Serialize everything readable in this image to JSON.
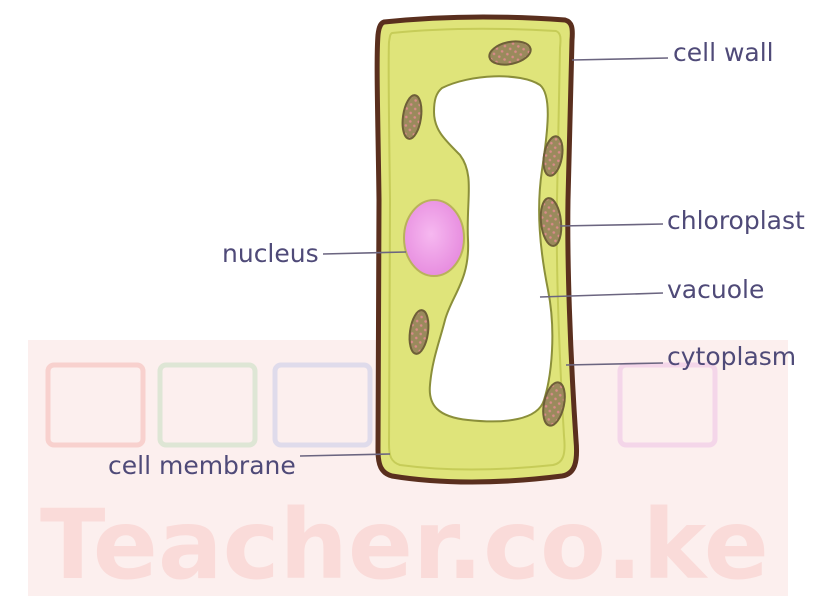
{
  "diagram": {
    "labels": {
      "cell_wall": "cell wall",
      "chloroplast": "chloroplast",
      "nucleus": "nucleus",
      "vacuole": "vacuole",
      "cytoplasm": "cytoplasm",
      "cell_membrane": "cell membrane"
    }
  },
  "watermark": {
    "text": "Teacher.co.ke"
  },
  "colors": {
    "cell_wall": "#5a2f1e",
    "cytoplasm": "#dfe47a",
    "nucleus": "#f0a0e8",
    "chloroplast": "#8a7a4e",
    "vacuole": "#ffffff",
    "label_text": "#4f4a78",
    "watermark": "#ef5d52"
  }
}
